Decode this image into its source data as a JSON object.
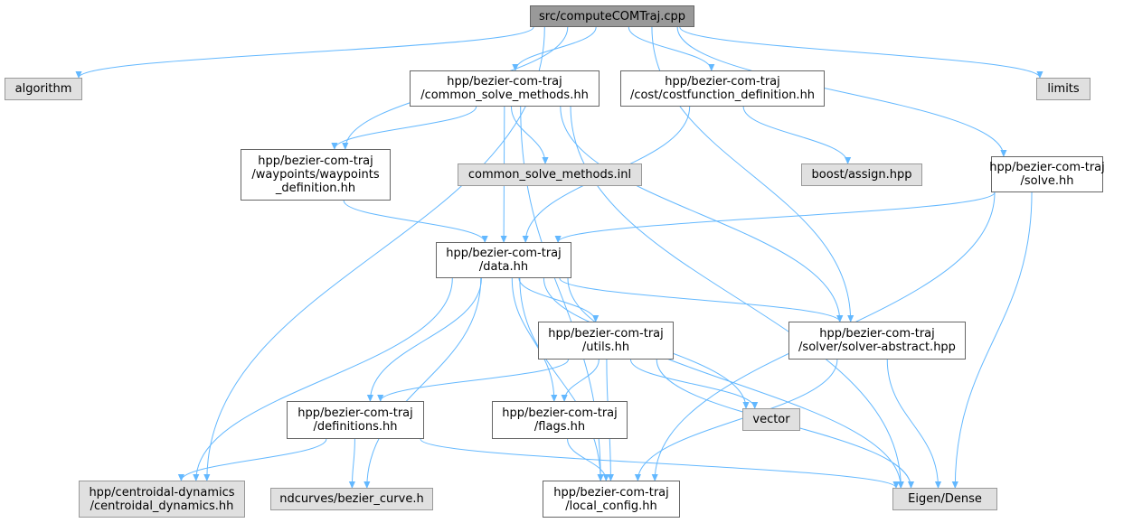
{
  "graph": {
    "nodes": {
      "root": {
        "lines": [
          "src/computeCOMTraj.cpp"
        ],
        "kind": "root"
      },
      "algorithm": {
        "lines": [
          "algorithm"
        ],
        "kind": "ext"
      },
      "limits": {
        "lines": [
          "limits"
        ],
        "kind": "ext"
      },
      "common_solve": {
        "lines": [
          "hpp/bezier-com-traj",
          "/common_solve_methods.hh"
        ],
        "kind": "box"
      },
      "costfunction": {
        "lines": [
          "hpp/bezier-com-traj",
          "/cost/costfunction_definition.hh"
        ],
        "kind": "box"
      },
      "waypoints": {
        "lines": [
          "hpp/bezier-com-traj",
          "/waypoints/waypoints",
          "_definition.hh"
        ],
        "kind": "box"
      },
      "common_inl": {
        "lines": [
          "common_solve_methods.inl"
        ],
        "kind": "ext"
      },
      "boost_assign": {
        "lines": [
          "boost/assign.hpp"
        ],
        "kind": "ext"
      },
      "solve": {
        "lines": [
          "hpp/bezier-com-traj",
          "/solve.hh"
        ],
        "kind": "box"
      },
      "data": {
        "lines": [
          "hpp/bezier-com-traj",
          "/data.hh"
        ],
        "kind": "box"
      },
      "utils": {
        "lines": [
          "hpp/bezier-com-traj",
          "/utils.hh"
        ],
        "kind": "box"
      },
      "solver_abstract": {
        "lines": [
          "hpp/bezier-com-traj",
          "/solver/solver-abstract.hpp"
        ],
        "kind": "box"
      },
      "definitions": {
        "lines": [
          "hpp/bezier-com-traj",
          "/definitions.hh"
        ],
        "kind": "box"
      },
      "flags": {
        "lines": [
          "hpp/bezier-com-traj",
          "/flags.hh"
        ],
        "kind": "box"
      },
      "vector": {
        "lines": [
          "vector"
        ],
        "kind": "ext"
      },
      "centroidal": {
        "lines": [
          "hpp/centroidal-dynamics",
          "/centroidal_dynamics.hh"
        ],
        "kind": "ext"
      },
      "ndcurves": {
        "lines": [
          "ndcurves/bezier_curve.h"
        ],
        "kind": "ext"
      },
      "local_config": {
        "lines": [
          "hpp/bezier-com-traj",
          "/local_config.hh"
        ],
        "kind": "box"
      },
      "eigen": {
        "lines": [
          "Eigen/Dense"
        ],
        "kind": "ext"
      }
    },
    "edges": [
      [
        "root",
        "algorithm"
      ],
      [
        "root",
        "centroidal"
      ],
      [
        "root",
        "waypoints"
      ],
      [
        "root",
        "common_solve"
      ],
      [
        "root",
        "costfunction"
      ],
      [
        "root",
        "solver_abstract"
      ],
      [
        "root",
        "limits"
      ],
      [
        "root",
        "solve"
      ],
      [
        "common_solve",
        "waypoints"
      ],
      [
        "common_solve",
        "common_inl"
      ],
      [
        "common_solve",
        "data"
      ],
      [
        "common_solve",
        "solver_abstract"
      ],
      [
        "common_solve",
        "eigen"
      ],
      [
        "common_solve",
        "local_config"
      ],
      [
        "costfunction",
        "boost_assign"
      ],
      [
        "costfunction",
        "data"
      ],
      [
        "waypoints",
        "data"
      ],
      [
        "solve",
        "data"
      ],
      [
        "solve",
        "local_config"
      ],
      [
        "solve",
        "eigen"
      ],
      [
        "data",
        "centroidal"
      ],
      [
        "data",
        "ndcurves"
      ],
      [
        "data",
        "definitions"
      ],
      [
        "data",
        "local_config"
      ],
      [
        "data",
        "flags"
      ],
      [
        "data",
        "utils"
      ],
      [
        "data",
        "vector"
      ],
      [
        "data",
        "solver_abstract"
      ],
      [
        "data",
        "eigen"
      ],
      [
        "utils",
        "definitions"
      ],
      [
        "utils",
        "flags"
      ],
      [
        "utils",
        "vector"
      ],
      [
        "utils",
        "local_config"
      ],
      [
        "utils",
        "eigen"
      ],
      [
        "solver_abstract",
        "local_config"
      ],
      [
        "solver_abstract",
        "eigen"
      ],
      [
        "definitions",
        "centroidal"
      ],
      [
        "definitions",
        "ndcurves"
      ],
      [
        "definitions",
        "eigen"
      ],
      [
        "flags",
        "local_config"
      ]
    ]
  }
}
